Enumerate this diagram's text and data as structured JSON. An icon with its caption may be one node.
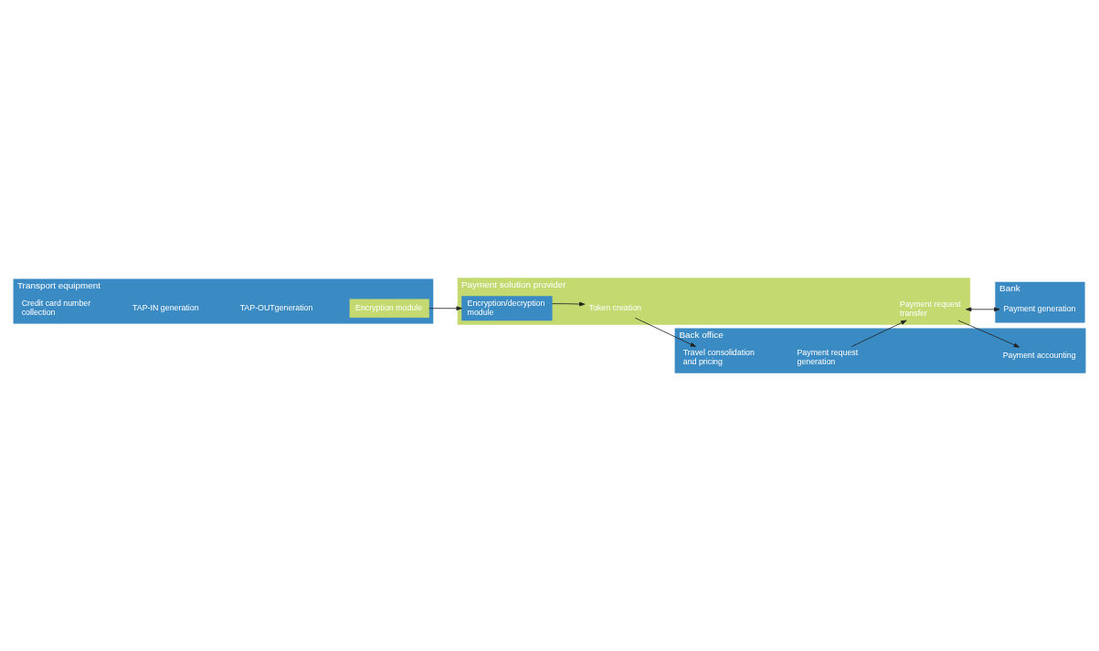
{
  "diagram": {
    "nodes": [
      {
        "text": [
          "Transport equipment"
        ]
      },
      {
        "text": [
          "Credit card number collection"
        ],
        "in": 0
      },
      {
        "text": [
          "TAP-IN generation"
        ],
        "in": 0
      },
      {
        "text": [
          "TAP-OUTgeneration"
        ],
        "in": 0
      },
      {
        "text": [
          "Encryption module"
        ],
        "in": 0
      },
      {
        "text": [
          "Back office"
        ]
      },
      {
        "text": [
          "Travel consolidation and pricing"
        ],
        "in": 5
      },
      {
        "text": [
          "Payment request generation"
        ],
        "in": 5
      },
      {
        "text": [
          "Payment accounting"
        ],
        "in": 5
      },
      {
        "text": [
          "Payment solution provider"
        ]
      },
      {
        "text": [
          "Encryption/decryption module"
        ],
        "in": 9
      },
      {
        "text": [
          "Token creation"
        ],
        "in": 9
      },
      {
        "text": [
          "Payment request transfer"
        ],
        "in": 9
      },
      {
        "text": [
          "Bank"
        ]
      },
      {
        "text": [
          "Payment generation"
        ],
        "in": 13
      }
    ],
    "edges": [
      {
        "from": 4,
        "to": 10,
        "arrow": "to"
      },
      {
        "from": 10,
        "to": 11,
        "arrow": "to"
      },
      {
        "from": 11,
        "to": 6,
        "arrow": "to"
      },
      {
        "from": 7,
        "to": 12,
        "arrow": "to"
      },
      {
        "from": 12,
        "to": 14,
        "arrow": "both"
      },
      {
        "from": 12,
        "to": 8,
        "arrow": "to"
      }
    ]
  }
}
